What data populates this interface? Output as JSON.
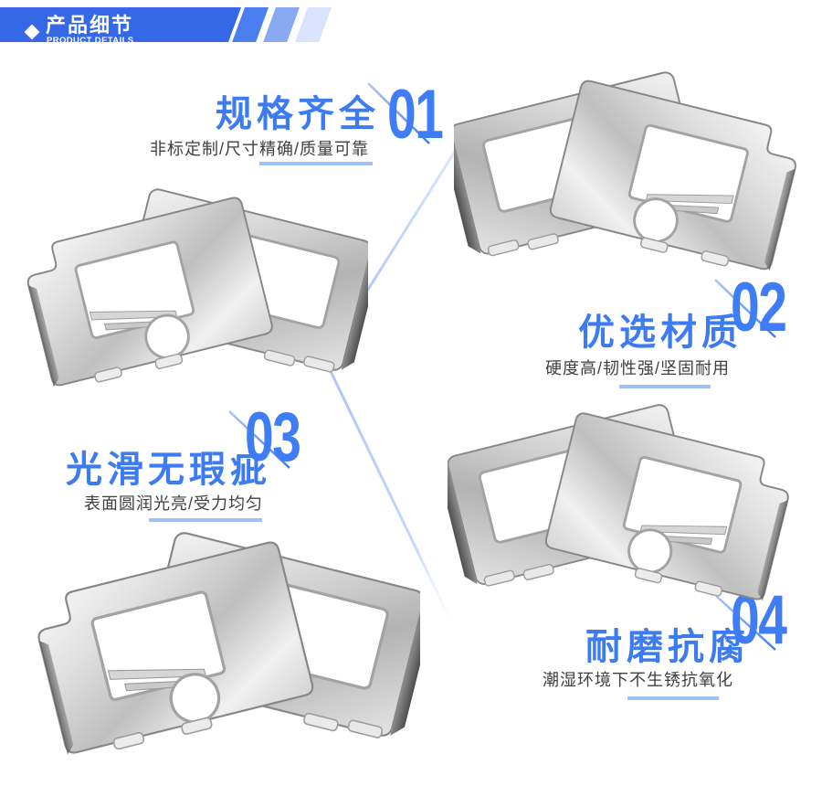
{
  "header": {
    "title_cn": "产品细节",
    "title_en": "PRODUCT DETAILS",
    "diamond_icon": "diamond"
  },
  "colors": {
    "banner": "#3568E6",
    "stripe1": "#4A7EF0",
    "stripe2": "#8AA9F4",
    "stripe3": "#D9E3FB",
    "title": "#3C7BF2",
    "number": "#3E7DF5",
    "underline": "#A0C0F8",
    "subtxt": "#3F3F3F",
    "deco_line": "#A9C6F8",
    "metal_light": "#F5F5F5",
    "metal_dark": "#B5B5B5"
  },
  "sections": [
    {
      "number": "01",
      "title": "规格齐全",
      "subtitle": "非标定制/尺寸精确/质量可靠"
    },
    {
      "number": "02",
      "title": "优选材质",
      "subtitle": "硬度高/韧性强/坚固耐用"
    },
    {
      "number": "03",
      "title": "光滑无瑕疵",
      "subtitle": "表面圆润光亮/受力均匀"
    },
    {
      "number": "04",
      "title": "耐磨抗腐",
      "subtitle": "潮湿环境下不生锈抗氧化"
    }
  ],
  "products": {
    "description": "不锈钢冲压卡扣板件实拍图（两件交叠摆放）",
    "photos": [
      {
        "alt": "金属冲压件组合图一"
      },
      {
        "alt": "金属冲压件组合图二"
      },
      {
        "alt": "金属冲压件组合图三"
      },
      {
        "alt": "金属冲压件组合图四"
      }
    ]
  }
}
